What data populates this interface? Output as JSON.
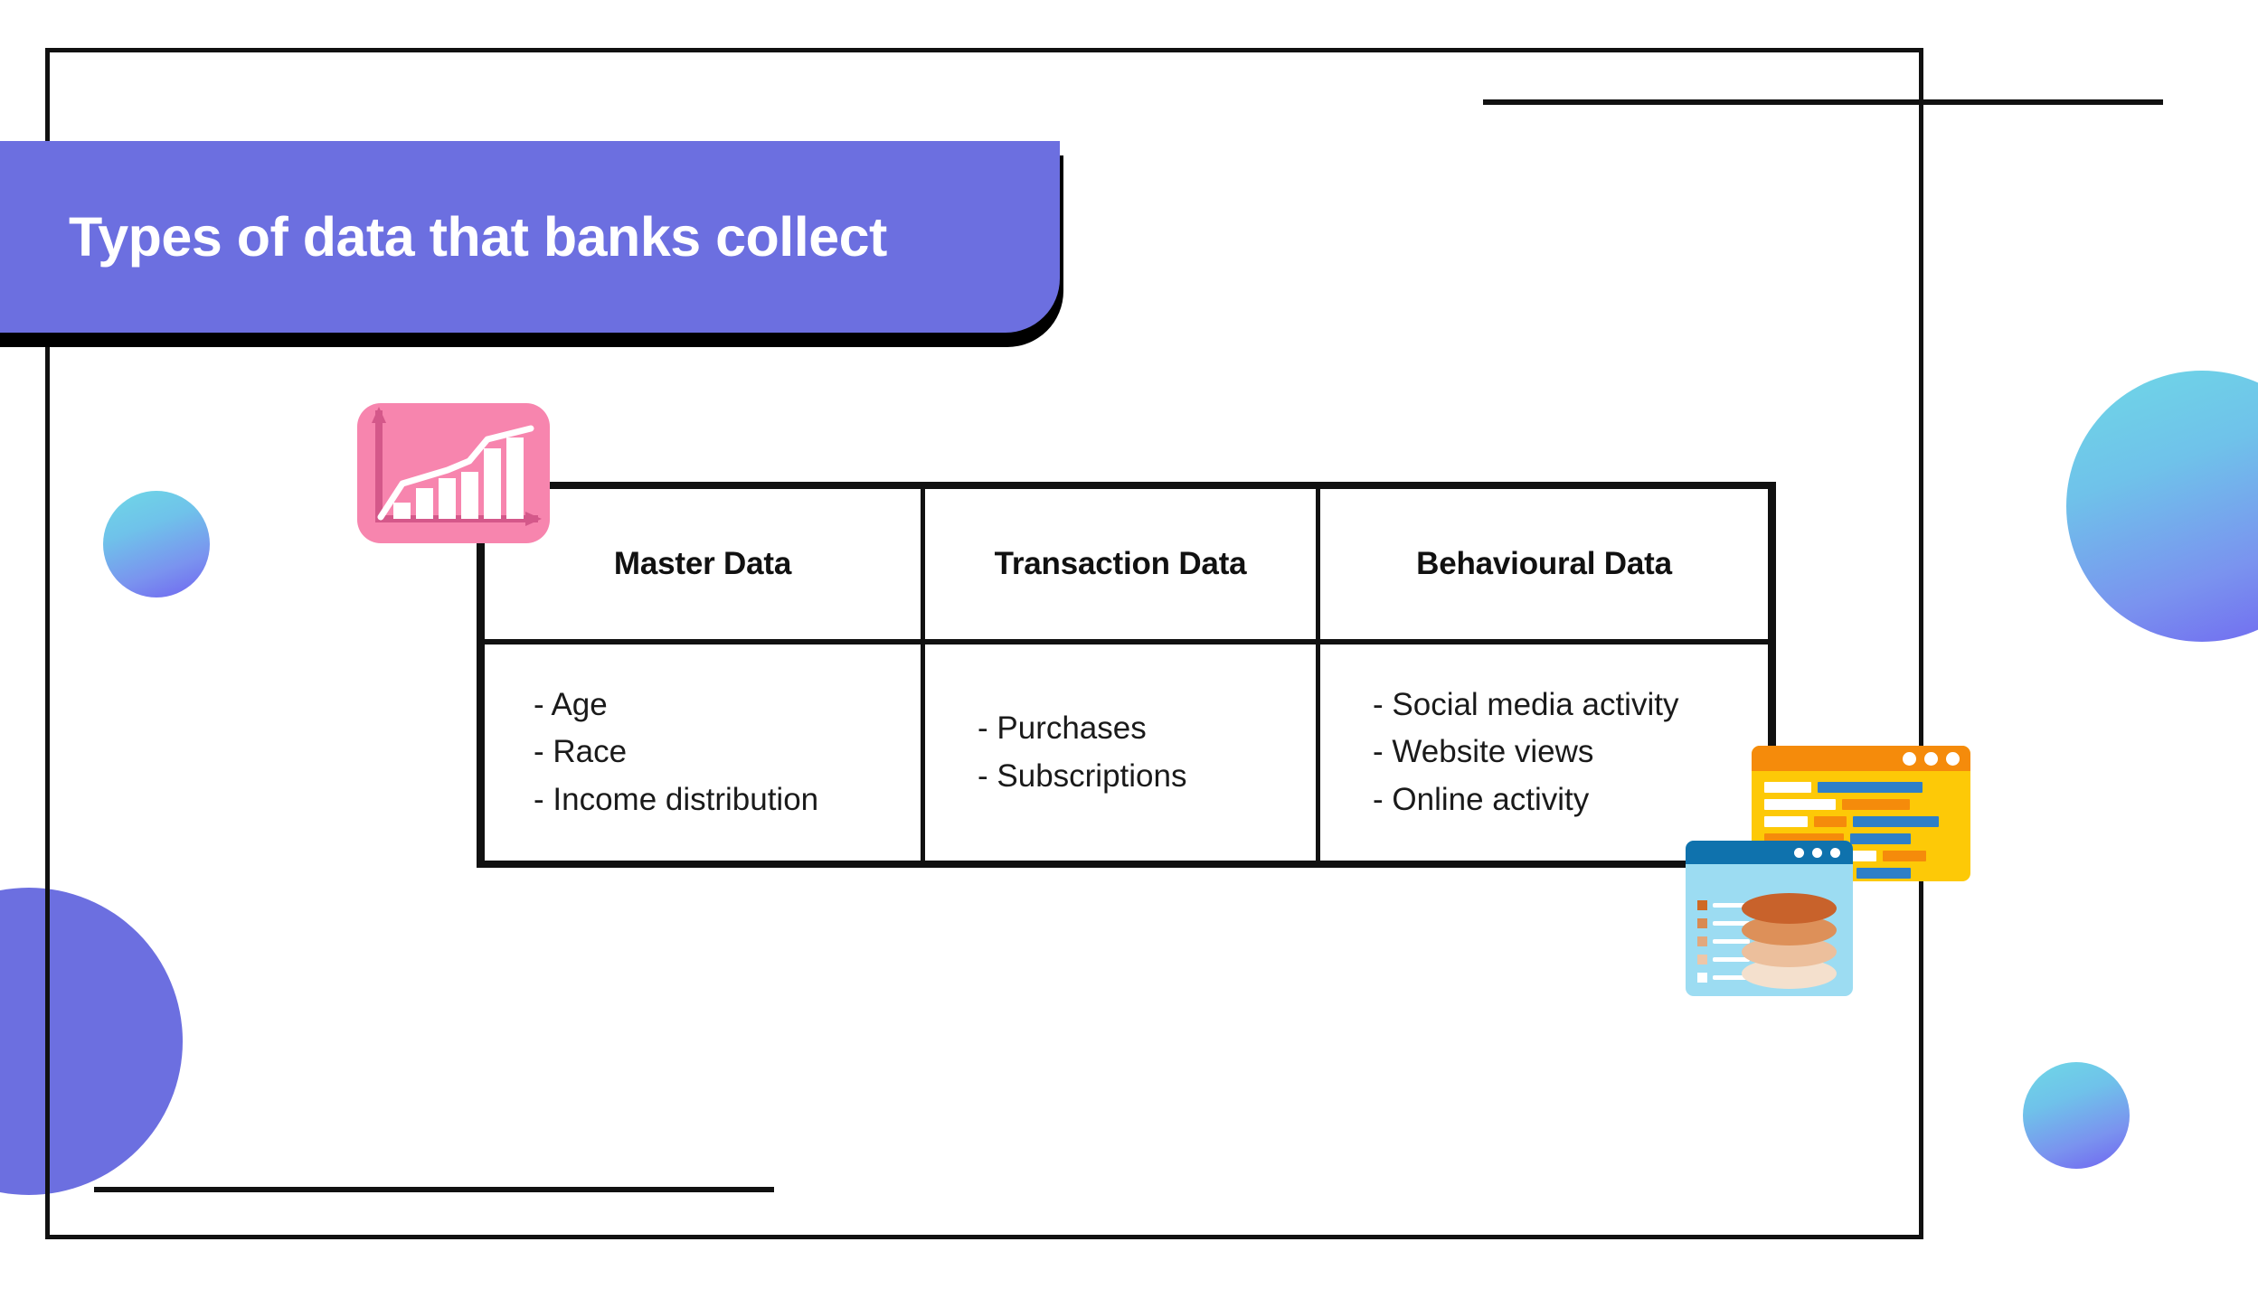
{
  "banner": {
    "title": "Types of data that banks collect",
    "background_color": "#6c6fe0",
    "text_color": "#ffffff",
    "shadow_color": "#000000"
  },
  "frame": {
    "border_color": "#111111",
    "accent_line_color": "#111111"
  },
  "decorations": {
    "gradient_from": "#6fd8e6",
    "gradient_to": "#6f63f0",
    "solid_purple": "#6c6fe0",
    "circles": [
      {
        "name": "blob-right-large",
        "style": "gradient"
      },
      {
        "name": "blob-left-small",
        "style": "gradient"
      },
      {
        "name": "blob-bottom-small",
        "style": "gradient"
      },
      {
        "name": "blob-left-large",
        "style": "solid"
      }
    ]
  },
  "table": {
    "border_color": "#111111",
    "columns": [
      {
        "header": "Master Data",
        "items": [
          "- Age",
          "- Race",
          "- Income distribution"
        ]
      },
      {
        "header": "Transaction Data",
        "items": [
          "- Purchases",
          "- Subscriptions"
        ]
      },
      {
        "header": "Behavioural Data",
        "items": [
          "- Social media activity",
          "- Website views",
          "- Online activity"
        ]
      }
    ]
  },
  "chart_icon": {
    "name": "bar-chart-growth-icon",
    "background_color": "#f785ae",
    "axis_color": "#d4588a",
    "bar_color": "#ffffff",
    "line_color": "#ffffff",
    "bars": [
      18,
      34,
      45,
      52,
      78,
      90
    ],
    "trend": "rising"
  },
  "illustration": {
    "yellow_window": {
      "name": "code-window-icon",
      "titlebar_color": "#f58b0b",
      "body_color": "#fdc907",
      "dot_count": 3,
      "dot_color": "#ffffff",
      "code_rows": [
        [
          {
            "c": "w",
            "w": 52
          },
          {
            "c": "b",
            "w": 116
          }
        ],
        [
          {
            "c": "w",
            "w": 79
          },
          {
            "c": "o",
            "w": 75
          }
        ],
        [
          {
            "c": "w",
            "w": 48
          },
          {
            "c": "o",
            "w": 36
          },
          {
            "c": "b",
            "w": 95
          }
        ],
        [
          {
            "c": "o",
            "w": 88
          },
          {
            "c": "b",
            "w": 67
          }
        ],
        [
          {
            "c": "w",
            "w": 124
          },
          {
            "c": "o",
            "w": 48
          }
        ],
        [
          {
            "c": "o",
            "w": 95
          },
          {
            "c": "b",
            "w": 60
          }
        ],
        [
          {
            "c": "o",
            "w": 14
          },
          {
            "c": "b",
            "w": 98
          }
        ],
        [
          {
            "c": "o",
            "w": 74
          }
        ]
      ]
    },
    "blue_window": {
      "name": "database-window-icon",
      "titlebar_color": "#0f72ad",
      "body_color": "#9cdcf2",
      "dot_count": 3,
      "dot_color": "#ffffff",
      "legend_swatches": [
        "#cf6a25",
        "#d98a51",
        "#e2a87d",
        "#edc6a8",
        "#ffffff"
      ],
      "db_disks": [
        "#c8622b",
        "#dd9059",
        "#ecbf9c",
        "#f4e0cd"
      ]
    }
  }
}
